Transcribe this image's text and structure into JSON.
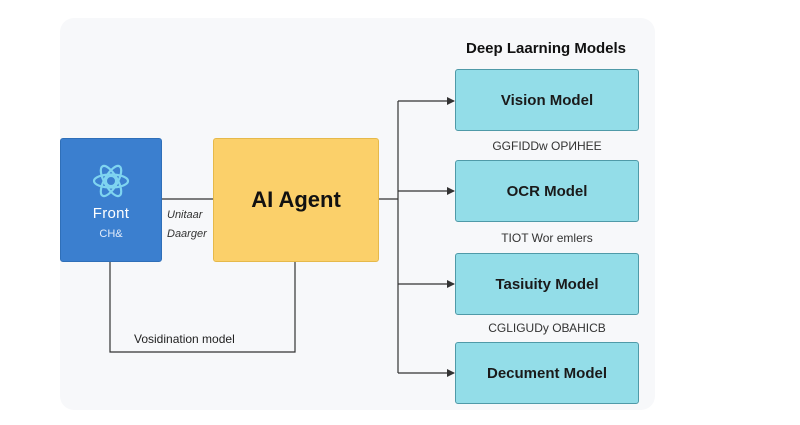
{
  "front": {
    "icon": "react-atom-icon",
    "title": "Front",
    "subtitle": "CH&"
  },
  "link_labels": [
    "Unitaar",
    "Daarger"
  ],
  "agent": {
    "label": "AI Agent"
  },
  "loop_label": "Vosidination model",
  "models": {
    "title": "Deep Laarning Models",
    "items": [
      {
        "label": "Vision Model"
      },
      {
        "label": "OCR Model"
      },
      {
        "label": "Tasiuity Model"
      },
      {
        "label": "Decument Model"
      }
    ],
    "between_labels": [
      "GGFIDDw ОРИНЕЕ",
      "TIOT Wor emlers",
      "CGLIGUDy ОВАНІСВ"
    ]
  },
  "colors": {
    "front_fill": "#3b7fcf",
    "agent_fill": "#fbd06a",
    "model_fill": "#93dde8",
    "model_border": "#4f9aa8",
    "connector": "#333333"
  }
}
